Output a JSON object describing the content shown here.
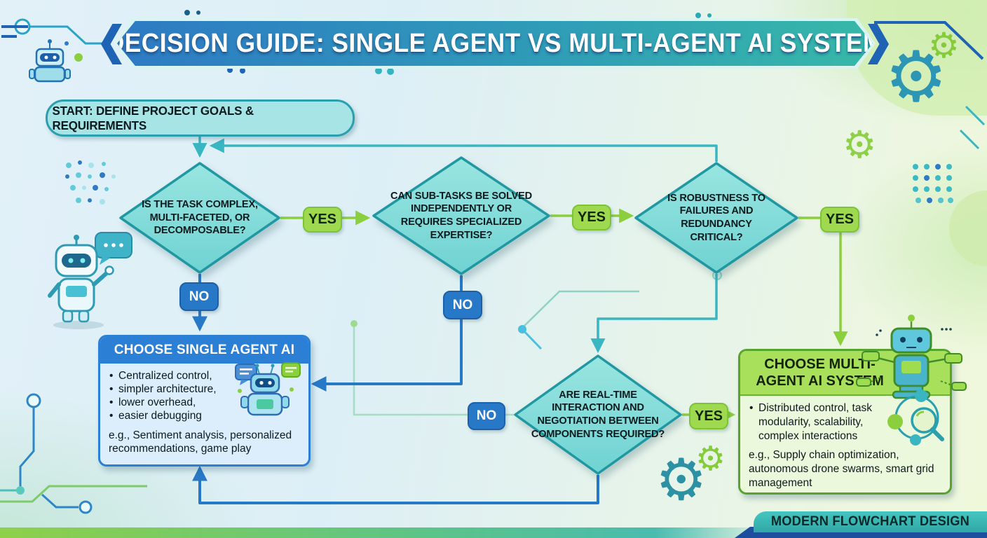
{
  "title": "DECISION GUIDE: SINGLE AGENT VS MULTI-AGENT AI SYSTEM",
  "start_label": "START: DEFINE PROJECT GOALS & REQUIREMENTS",
  "labels": {
    "yes": "YES",
    "no": "NO"
  },
  "decisions": {
    "complexity": "IS THE TASK COMPLEX, MULTI-FACETED, OR DECOMPOSABLE?",
    "subtasks": "CAN SUB-TASKS BE SOLVED INDEPENDENTLY OR REQUIRES SPECIALIZED EXPERTISE?",
    "robustness": "IS ROBUSTNESS TO FAILURES AND REDUNDANCY CRITICAL?",
    "realtime": "ARE REAL-TIME INTERACTION AND NEGOTIATION BETWEEN COMPONENTS REQUIRED?"
  },
  "outcomes": {
    "single": {
      "title": "CHOOSE SINGLE AGENT AI",
      "bullets": [
        "Centralized control,",
        "simpler architecture,",
        "lower overhead,",
        "easier debugging"
      ],
      "examples": "e.g., Sentiment analysis, personalized recommendations, game play"
    },
    "multi": {
      "title": "CHOOSE MULTI-AGENT AI SYSTEM",
      "bullets": [
        "Distributed control, task modularity, scalability, complex interactions"
      ],
      "examples": "e.g., Supply chain optimization, autonomous drone swarms, smart grid management"
    }
  },
  "footer": "MODERN FLOWCHART DESIGN",
  "icons": {
    "gear": "⚙"
  },
  "colors": {
    "banner_gradient_start": "#2e7ac4",
    "banner_gradient_end": "#37b8a8",
    "node_fill": "#86dcd9",
    "node_border": "#1f98a2",
    "yes_badge": "#9fd94f",
    "no_badge": "#2878c8",
    "single_accent": "#2b7fd4",
    "single_body": "#dcedfc",
    "multi_accent": "#a8e05c",
    "multi_body": "#ecf8dc",
    "connector_teal": "#3ab5c2",
    "connector_green": "#8ccf3e",
    "connector_blue": "#2878c8"
  }
}
